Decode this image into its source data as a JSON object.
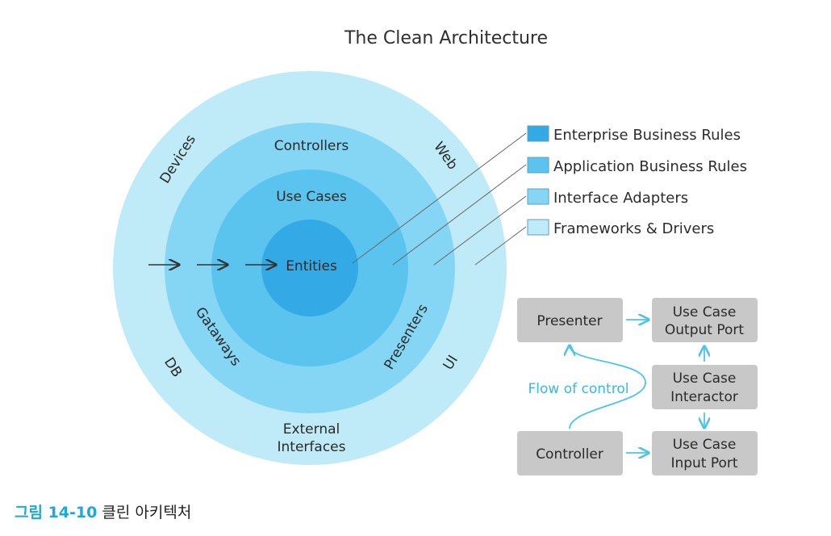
{
  "title": "The Clean Architecture",
  "colors": {
    "frameworks_drivers": "#bfeaf8",
    "interface_adapters": "#84d6f4",
    "application_business_rules": "#5bc4ee",
    "enterprise_business_rules": "#33a9e6",
    "box_fill": "#c8c8c8",
    "flow_arrow": "#4cc4ea"
  },
  "rings": {
    "outer": {
      "devices": "Devices",
      "web": "Web",
      "db": "DB",
      "ui": "UI",
      "external_line1": "External",
      "external_line2": "Interfaces"
    },
    "adapters": {
      "controllers": "Controllers",
      "gatways": "Gataways",
      "presenters": "Presenters"
    },
    "use_cases": "Use Cases",
    "entities": "Entities"
  },
  "legend": [
    {
      "label": "Enterprise Business Rules",
      "color": "#33a9e6"
    },
    {
      "label": "Application Business Rules",
      "color": "#5bc4ee"
    },
    {
      "label": "Interface Adapters",
      "color": "#84d6f4"
    },
    {
      "label": "Frameworks & Drivers",
      "color": "#bfeaf8"
    }
  ],
  "flow": {
    "presenter": "Presenter",
    "output_port_line1": "Use Case",
    "output_port_line2": "Output Port",
    "interactor_line1": "Use Case",
    "interactor_line2": "Interactor",
    "controller": "Controller",
    "input_port_line1": "Use Case",
    "input_port_line2": "Input Port",
    "flow_of_control": "Flow of control"
  },
  "caption": {
    "figure_number": "그림 14-10",
    "text": "클린 아키텍처"
  }
}
